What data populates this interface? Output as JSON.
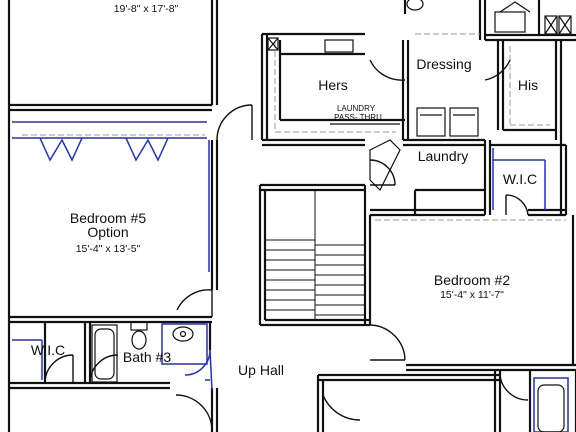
{
  "plan": {
    "top_room_dims": "19'-8\" x 17'-8\"",
    "hers": "Hers",
    "dressing": "Dressing",
    "his": "His",
    "laundry_pass_line1": "LAUNDRY",
    "laundry_pass_line2": "PASS- THRU",
    "laundry": "Laundry",
    "wic_right": "W.I.C",
    "bedroom5_name": "Bedroom #5",
    "bedroom5_option": "Option",
    "bedroom5_dims": "15'-4\" x 13'-5\"",
    "bedroom2_name": "Bedroom #2",
    "bedroom2_dims": "15'-4\" x 11'-7\"",
    "wic_left": "W.I.C",
    "bath3": "Bath #3",
    "up_hall": "Up Hall"
  },
  "colors": {
    "wall": "#111111",
    "blue_accent": "#1f2fd0",
    "dashed": "#9a9a9a"
  }
}
